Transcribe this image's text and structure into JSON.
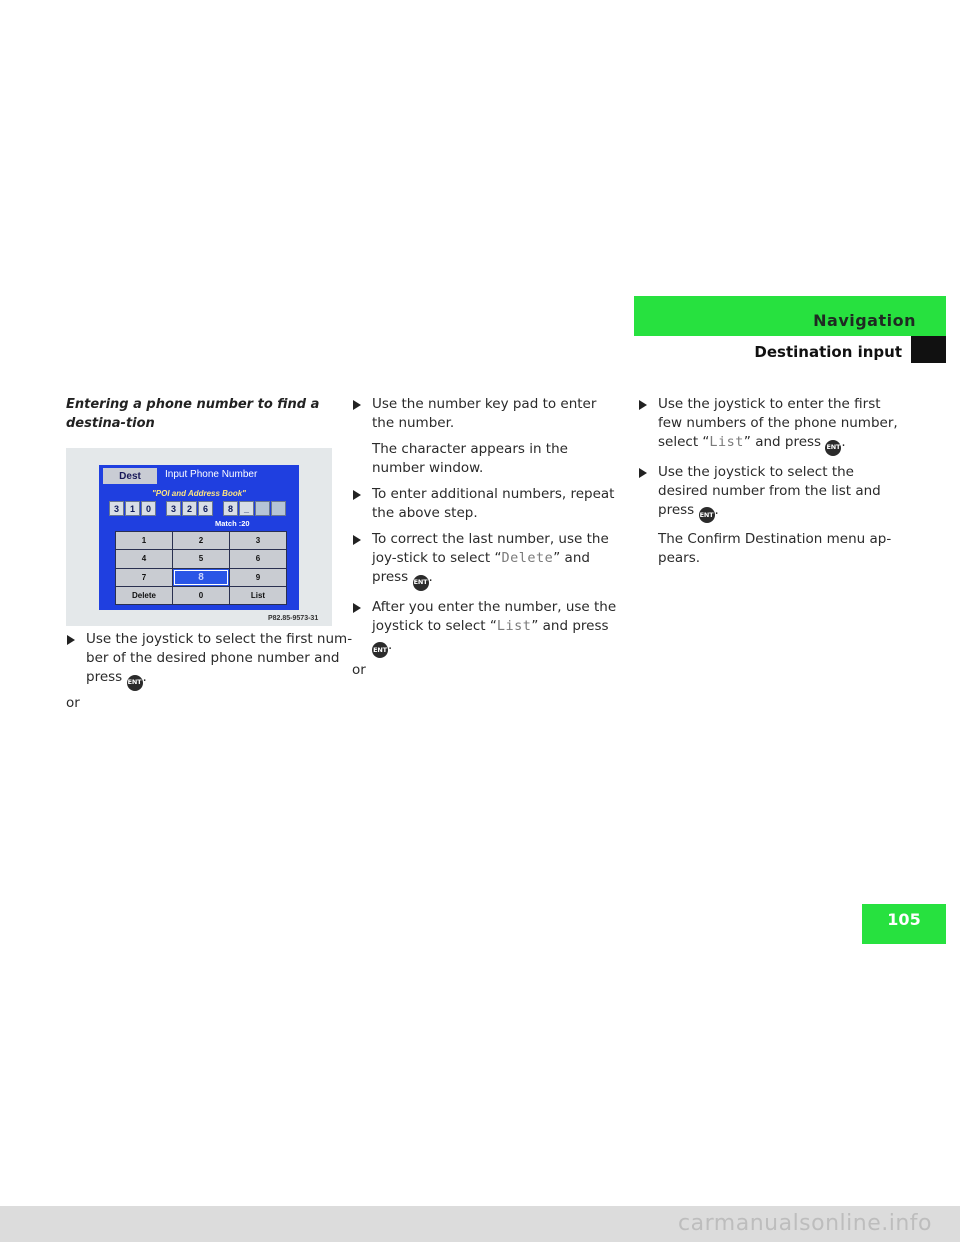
{
  "header": {
    "section": "Navigation",
    "subsection": "Destination input",
    "section_color": "#27e13f"
  },
  "page_number": "105",
  "column1": {
    "heading": "Entering a phone number to find a destina-tion",
    "figure": {
      "tab_label": "Dest",
      "screen_title": "Input Phone Number",
      "screen_subtitle": "\"POI and Address Book\"",
      "digits_group1": [
        "3",
        "1",
        "0"
      ],
      "digits_group2": [
        "3",
        "2",
        "6"
      ],
      "digits_group3": [
        "8",
        "_",
        "",
        ""
      ],
      "match_text": "Match :20",
      "keys": [
        "1",
        "2",
        "3",
        "4",
        "5",
        "6",
        "7",
        "8",
        "9",
        "Delete",
        "0",
        "List"
      ],
      "selected_key": "8",
      "code": "P82.85-9573-31",
      "screen_color": "#1f3fe0"
    },
    "bullet1": {
      "text": "Use the joystick to select the first num-ber of the desired phone number and press",
      "after": "."
    },
    "or": "or"
  },
  "column2": {
    "b1": {
      "text": "Use the number key pad to enter the number."
    },
    "b1_note": "The character appears in the number window.",
    "b2": {
      "text": "To enter additional numbers, repeat the above step."
    },
    "b3": {
      "pre": "To correct the last number, use the joy-stick to select “",
      "code": "Delete",
      "post": "” and press",
      "after": "."
    },
    "b4": {
      "pre": "After you enter the number, use the joystick to select “",
      "code": "List",
      "post": "” and press",
      "after": "."
    },
    "or": "or"
  },
  "column3": {
    "b1": {
      "pre": "Use the joystick to enter the first few numbers of the phone number, select “",
      "code": "List",
      "post": "” and press",
      "after": "."
    },
    "b2": {
      "pre": "Use the joystick to select the desired number from the list and press",
      "after": "."
    },
    "note": "The Confirm Destination menu ap-pears."
  },
  "ent_icon_label": "ENT",
  "watermark": "carmanualsonline.info"
}
